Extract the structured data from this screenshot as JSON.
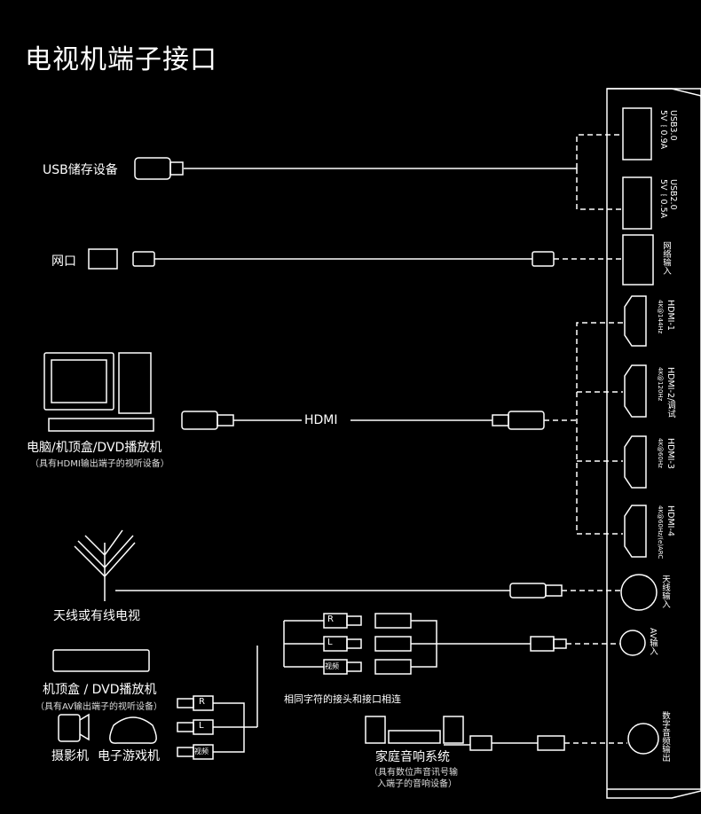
{
  "title": "电视机端子接口",
  "devices": {
    "usb": "USB储存设备",
    "lan": "网口",
    "pc_label": "电脑/机顶盒/DVD播放机",
    "pc_sub": "（具有HDMI输出端子的视听设备）",
    "hdmi_cable": "HDMI",
    "antenna": "天线或有线电视",
    "stb_label": "机顶盒 / DVD播放机",
    "stb_sub": "（具有AV输出端子的视听设备）",
    "camera": "摄影机",
    "game": "电子游戏机",
    "audio_label": "家庭音响系统",
    "audio_sub1": "（具有数位声音讯号输",
    "audio_sub2": "入端子的音响设备）",
    "note": "相同字符的接头和接口相连"
  },
  "ports": {
    "usb3_a": "USB3.0",
    "usb3_b": "5V⎓0.9A",
    "usb2_a": "USB2.0",
    "usb2_b": "5V⎓0.5A",
    "lan": "网络输入",
    "hdmi1_a": "HDMI-1",
    "hdmi1_b": "4K@144Hz",
    "hdmi2_a": "HDMI-2/调试",
    "hdmi2_b": "4K@120Hz",
    "hdmi3_a": "HDMI-3",
    "hdmi3_b": "4K@60Hz",
    "hdmi4_a": "HDMI-4",
    "hdmi4_b": "4K@60Hz/(e)ARC",
    "antenna": "天线输入",
    "av": "AV输入",
    "optical": "数字音频输出"
  },
  "plugs": {
    "r": "R",
    "l": "L",
    "video": "视频"
  }
}
